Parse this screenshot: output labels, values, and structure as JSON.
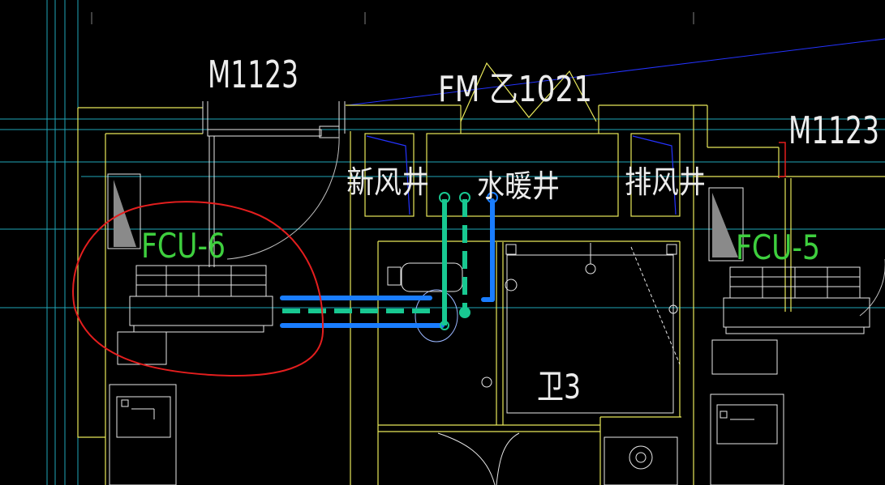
{
  "labels": {
    "door_left": "M1123",
    "door_right": "M1123",
    "fire_door": "FM 乙1021",
    "fresh_air_shaft": "新风井",
    "plumbing_shaft": "水暖井",
    "exhaust_shaft": "排风井",
    "fcu_left": "FCU-6",
    "fcu_right": "FCU-5",
    "bathroom": "卫3"
  },
  "colors": {
    "background": "#000000",
    "wall": "#e8e85a",
    "grid": "#1fa6b8",
    "white_line": "#e8e8e8",
    "blue_pipe": "#1a7dff",
    "green_pipe": "#18c891",
    "fcu_text": "#3ecf3e",
    "annotation": "#e41e1e",
    "leader": "#2433ff"
  }
}
